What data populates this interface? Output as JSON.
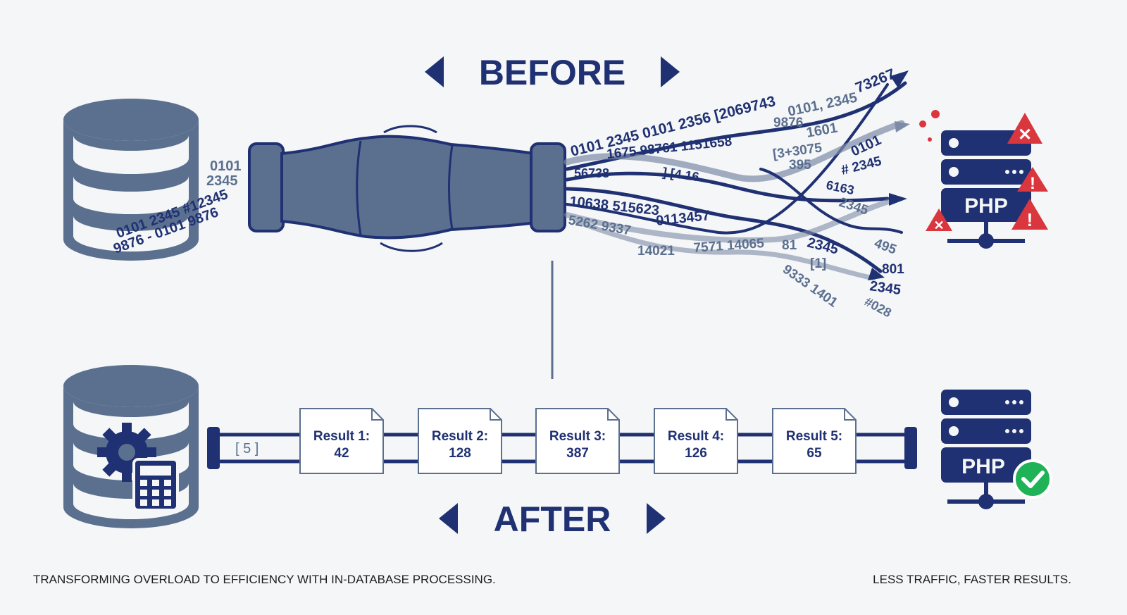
{
  "headings": {
    "before": "BEFORE",
    "after": "AFTER"
  },
  "captions": {
    "left": "TRANSFORMING OVERLOAD TO EFFICIENCY WITH IN-DATABASE PROCESSING.",
    "right": "LESS TRAFFIC, FASTER RESULTS."
  },
  "before": {
    "db_stream_text": [
      "0101",
      "2345",
      "0101 2345 #12345",
      "9876 - 0101 9876"
    ],
    "overflow_text": [
      "0101 2345 0101 2356 [2069743",
      "0101, 2345",
      "73267",
      "1675 98761 1151658",
      "9876",
      "1601",
      "[3+3075",
      "0101",
      "56738",
      "] [4 16",
      "395",
      "# 2345",
      "6163",
      "10638 515623",
      "0113457",
      "2345",
      "5262 9337",
      "14021",
      "7571 14065",
      "81",
      "2345",
      "495",
      "[1]",
      "801",
      "9333 1401",
      "2345",
      "#028"
    ],
    "server_label": "PHP"
  },
  "after": {
    "count_label": "[ 5 ]",
    "results": [
      {
        "label": "Result 1:",
        "value": "42"
      },
      {
        "label": "Result 2:",
        "value": "128"
      },
      {
        "label": "Result 3:",
        "value": "387"
      },
      {
        "label": "Result 4:",
        "value": "126"
      },
      {
        "label": "Result 5:",
        "value": "65"
      }
    ],
    "server_label": "PHP"
  },
  "colors": {
    "navy": "#1f3173",
    "slate": "#5b6f8f",
    "slate_light": "#7d8ca6",
    "alert_red": "#d9363e",
    "ok_green": "#20b257"
  },
  "icons": [
    "database-icon",
    "gear-icon",
    "calculator-icon",
    "server-icon",
    "warning-icon",
    "error-icon",
    "check-icon",
    "arrow-left-icon",
    "arrow-right-icon"
  ]
}
